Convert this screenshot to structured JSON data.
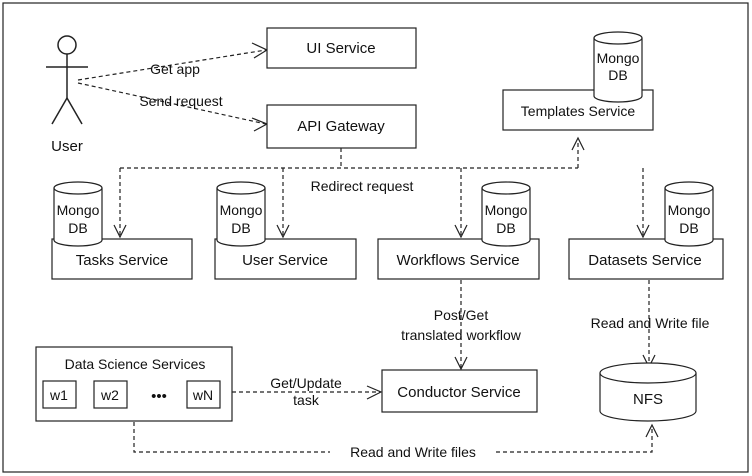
{
  "actor": {
    "label": "User"
  },
  "edges": {
    "get_app": "Get app",
    "send_request": "Send request",
    "redirect_request": "Redirect request",
    "post_get_line1": "Post/Get",
    "post_get_line2": "translated workflow",
    "read_write_file": "Read and Write file",
    "get_update_line1": "Get/Update",
    "get_update_line2": "task",
    "read_write_files": "Read and Write files"
  },
  "services": {
    "ui": "UI Service",
    "api_gateway": "API Gateway",
    "templates": "Templates Service",
    "tasks": "Tasks Service",
    "user": "User Service",
    "workflows": "Workflows Service",
    "datasets": "Datasets Service",
    "conductor": "Conductor Service"
  },
  "databases": {
    "mongo_line1": "Mongo",
    "mongo_line2": "DB",
    "nfs": "NFS"
  },
  "data_science": {
    "title": "Data Science Services",
    "workers": [
      "w1",
      "w2",
      "wN"
    ],
    "ellipsis": "•••"
  }
}
